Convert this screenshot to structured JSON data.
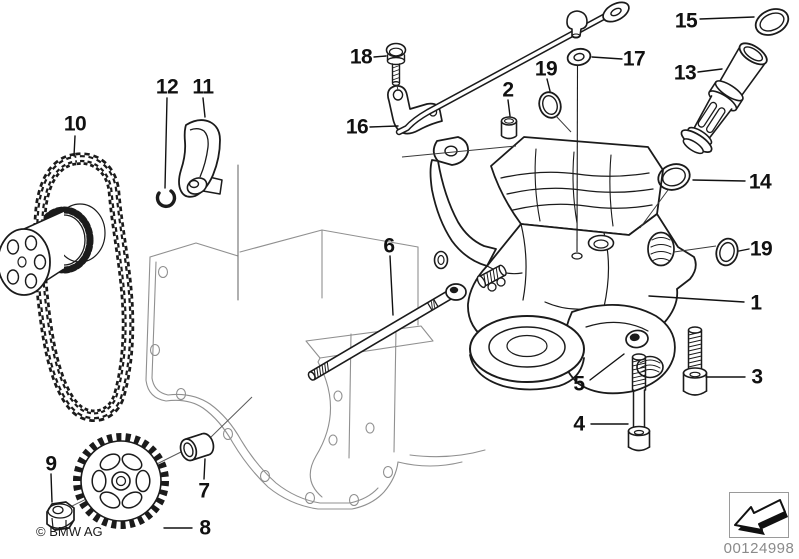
{
  "callouts": {
    "n1": "1",
    "n2": "2",
    "n3": "3",
    "n4": "4",
    "n5": "5",
    "n6": "6",
    "n7": "7",
    "n8": "8",
    "n9": "9",
    "n10": "10",
    "n11": "11",
    "n12": "12",
    "n13": "13",
    "n14": "14",
    "n15": "15",
    "n16": "16",
    "n17": "17",
    "n18": "18",
    "n19a": "19",
    "n19b": "19"
  },
  "footer": {
    "image_code": "00124998",
    "copyright": "© BMW AG"
  },
  "icons": {
    "nav_arrow": "back-arrow-icon"
  },
  "colors": {
    "line": "#1b1b1b",
    "ghost": "#909090",
    "code_text": "#8a8a8a"
  }
}
